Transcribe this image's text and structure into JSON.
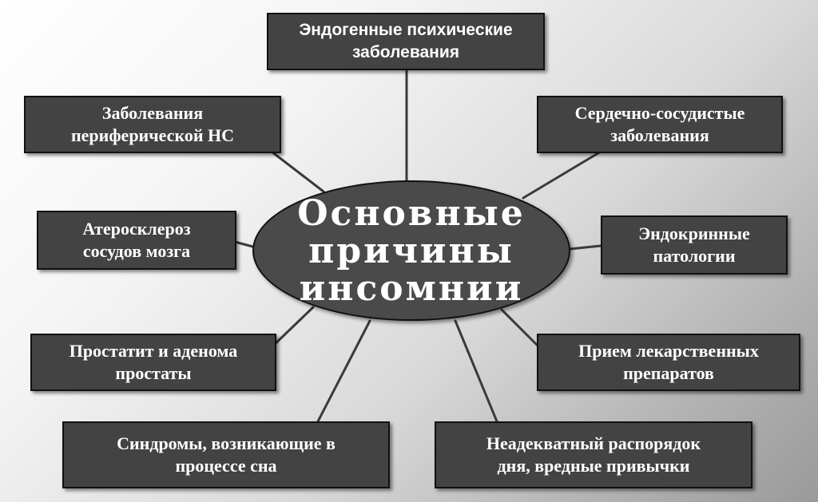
{
  "center": {
    "lines": [
      "Основные",
      "причины",
      "инсомнии"
    ]
  },
  "causes": [
    {
      "id": "endogenous",
      "lines": [
        "Эндогенные психические",
        "заболевания"
      ]
    },
    {
      "id": "peripheral",
      "lines": [
        "Заболевания",
        "периферической НС"
      ]
    },
    {
      "id": "cardio",
      "lines": [
        "Сердечно-сосудистые",
        "заболевания"
      ]
    },
    {
      "id": "athero",
      "lines": [
        "Атеросклероз",
        "сосудов мозга"
      ]
    },
    {
      "id": "endocrine",
      "lines": [
        "Эндокринные",
        "патологии"
      ]
    },
    {
      "id": "prostatitis",
      "lines": [
        "Простатит и аденома",
        "простаты"
      ]
    },
    {
      "id": "medication",
      "lines": [
        "Прием лекарственных",
        "препаратов"
      ]
    },
    {
      "id": "sleep-syndromes",
      "lines": [
        "Синдромы, возникающие в",
        "процессе сна"
      ]
    },
    {
      "id": "routine",
      "lines": [
        "Неадекватный распорядок",
        "дня, вредные привычки"
      ]
    }
  ]
}
